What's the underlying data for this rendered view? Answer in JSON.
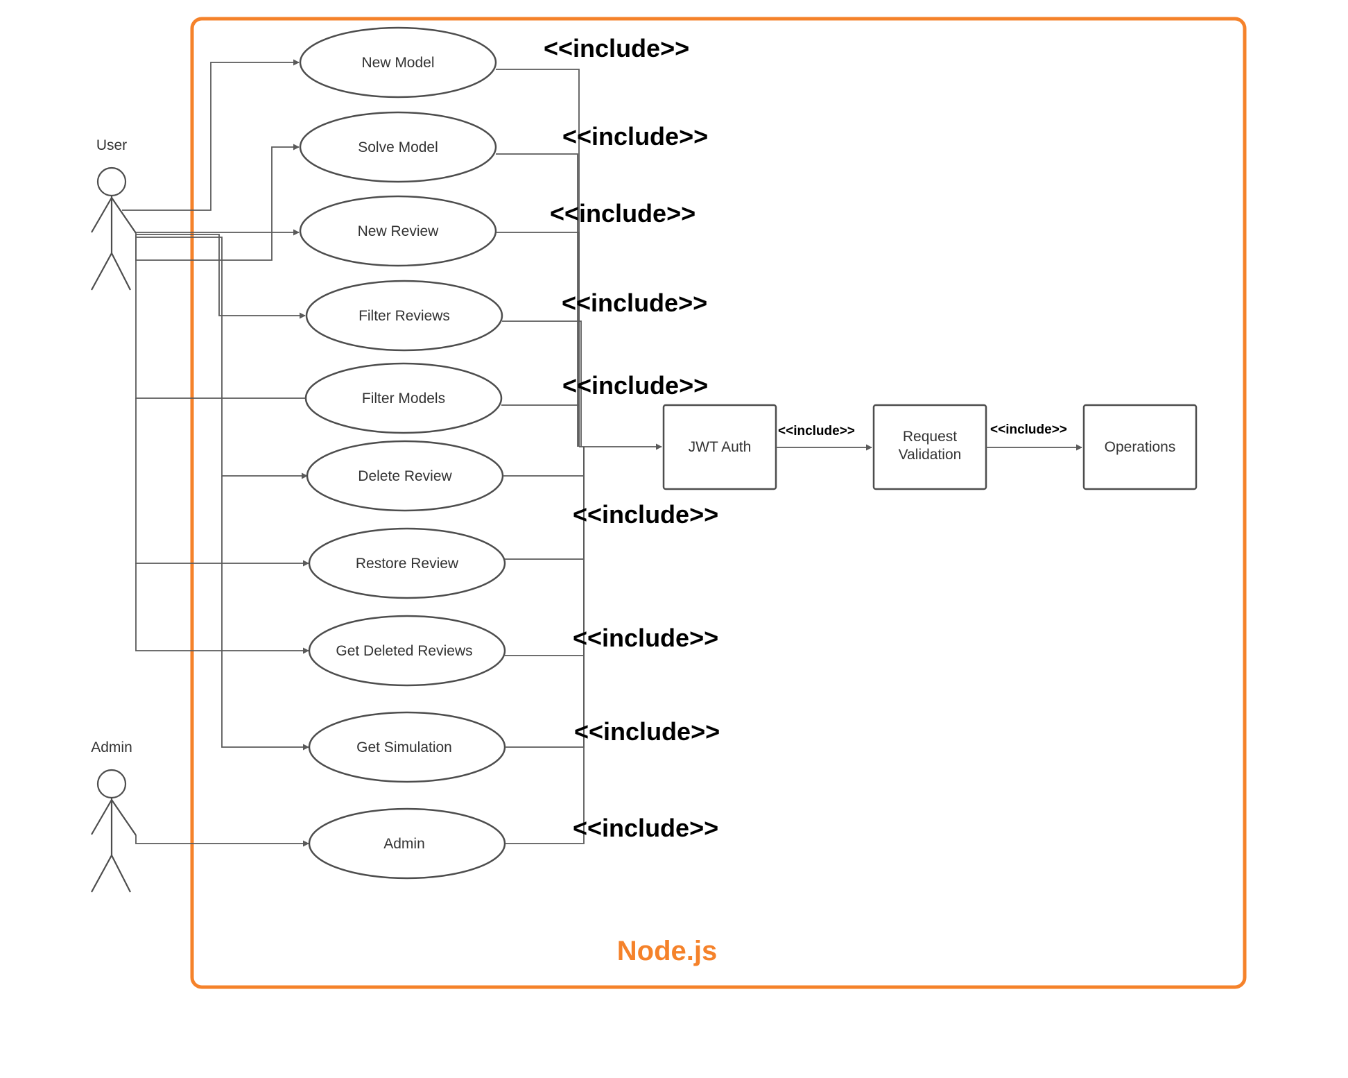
{
  "system": {
    "label": "Node.js",
    "color": "#F5822A"
  },
  "actors": {
    "user": {
      "label": "User"
    },
    "admin": {
      "label": "Admin"
    }
  },
  "use_cases": [
    {
      "id": "new-model",
      "label": "New Model"
    },
    {
      "id": "solve-model",
      "label": "Solve Model"
    },
    {
      "id": "new-review",
      "label": "New Review"
    },
    {
      "id": "filter-reviews",
      "label": "Filter Reviews"
    },
    {
      "id": "filter-models",
      "label": "Filter Models"
    },
    {
      "id": "delete-review",
      "label": "Delete Review"
    },
    {
      "id": "restore-review",
      "label": "Restore Review"
    },
    {
      "id": "get-deleted-reviews",
      "label": "Get Deleted Reviews"
    },
    {
      "id": "get-simulation",
      "label": "Get Simulation"
    },
    {
      "id": "admin",
      "label": "Admin"
    }
  ],
  "include_label": "<<include>>",
  "pipeline": {
    "jwt_auth": "JWT Auth",
    "request_validation_line1": "Request",
    "request_validation_line2": "Validation",
    "operations": "Operations"
  }
}
